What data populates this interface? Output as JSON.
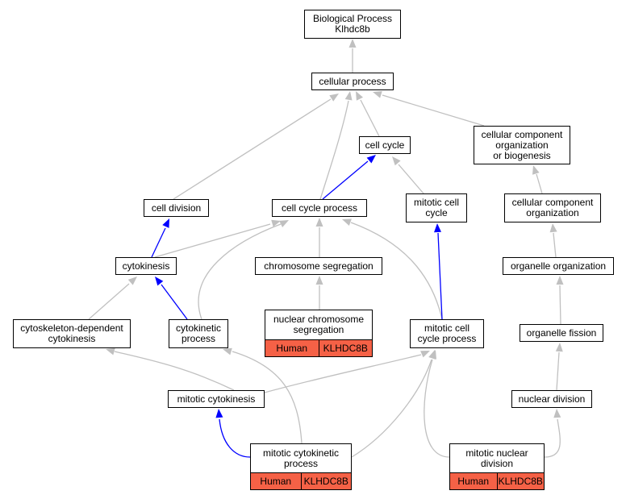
{
  "diagram": {
    "colors": {
      "gray_edge": "#c0c0c0",
      "blue_edge": "#0000ff",
      "annotation_fill": "#f56146"
    },
    "nodes": {
      "root": "Biological Process\nKlhdc8b",
      "cellular_process": "cellular process",
      "cell_cycle": "cell cycle",
      "ccob": "cellular component\norganization\nor biogenesis",
      "cell_division": "cell division",
      "cell_cycle_process": "cell cycle process",
      "mitotic_cell_cycle": "mitotic cell\ncycle",
      "cco": "cellular component\norganization",
      "cytokinesis": "cytokinesis",
      "chromosome_segregation": "chromosome segregation",
      "organelle_organization": "organelle organization",
      "ncs": "nuclear chromosome\nsegregation",
      "cdc": "cytoskeleton-dependent\ncytokinesis",
      "cytokinetic_process": "cytokinetic\nprocess",
      "mccp": "mitotic cell\ncycle process",
      "organelle_fission": "organelle fission",
      "mitotic_cytokinesis": "mitotic cytokinesis",
      "nuclear_division": "nuclear division",
      "mcp": "mitotic cytokinetic\nprocess",
      "mnd": "mitotic nuclear\ndivision"
    },
    "annotations": {
      "ncs": [
        "Human",
        "KLHDC8B"
      ],
      "mcp": [
        "Human",
        "KLHDC8B"
      ],
      "mnd": [
        "Human",
        "KLHDC8B"
      ]
    }
  }
}
